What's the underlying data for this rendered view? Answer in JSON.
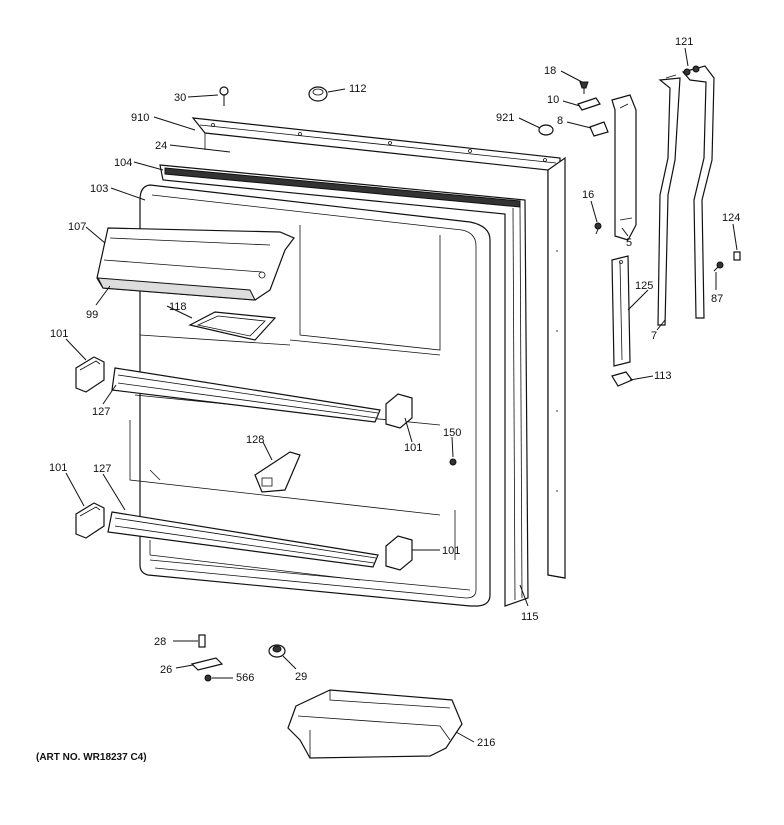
{
  "art_number": "(ART NO. WR18237 C4)",
  "callouts": {
    "c30": "30",
    "c112": "112",
    "c910": "910",
    "c24": "24",
    "c104": "104",
    "c103": "103",
    "c107": "107",
    "c99": "99",
    "c118": "118",
    "c101a": "101",
    "c127a": "127",
    "c128": "128",
    "c101b": "101",
    "c150": "150",
    "c101c": "101",
    "c127b": "127",
    "c101d": "101",
    "c115": "115",
    "c18": "18",
    "c10": "10",
    "c921": "921",
    "c8": "8",
    "c16": "16",
    "c5": "5",
    "c121": "121",
    "c124": "124",
    "c125": "125",
    "c87": "87",
    "c7": "7",
    "c113": "113",
    "c28": "28",
    "c26": "26",
    "c566": "566",
    "c29": "29",
    "c216": "216"
  }
}
